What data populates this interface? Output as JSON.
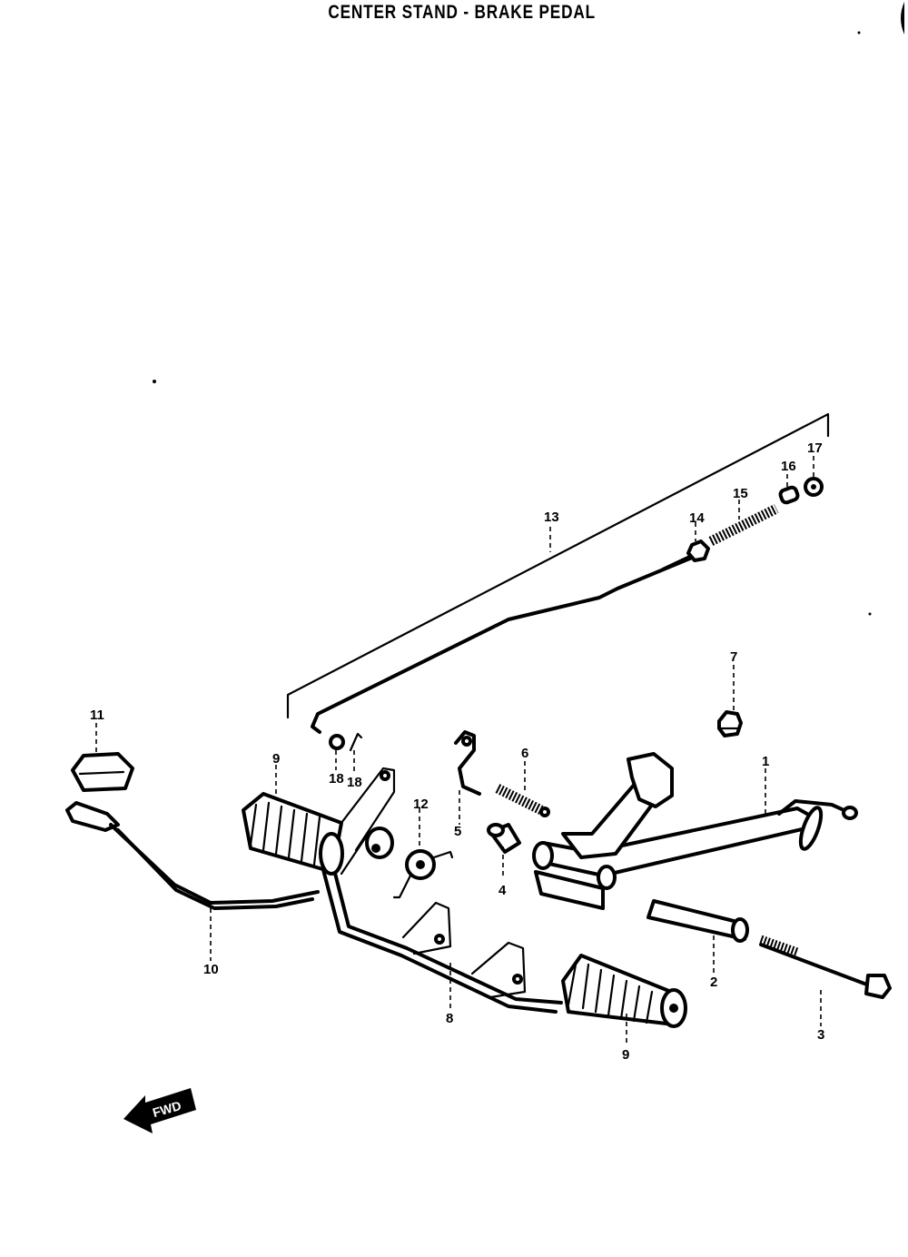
{
  "title": "CENTER STAND - BRAKE PEDAL",
  "fwd_label": "FWD",
  "callouts": {
    "c1": "1",
    "c2": "2",
    "c3": "3",
    "c4": "4",
    "c5": "5",
    "c6": "6",
    "c7": "7",
    "c8": "8",
    "c9a": "9",
    "c9b": "9",
    "c10": "10",
    "c11": "11",
    "c12": "12",
    "c13": "13",
    "c14": "14",
    "c15": "15",
    "c16": "16",
    "c17": "17",
    "c18a": "18",
    "c18b": "18"
  }
}
